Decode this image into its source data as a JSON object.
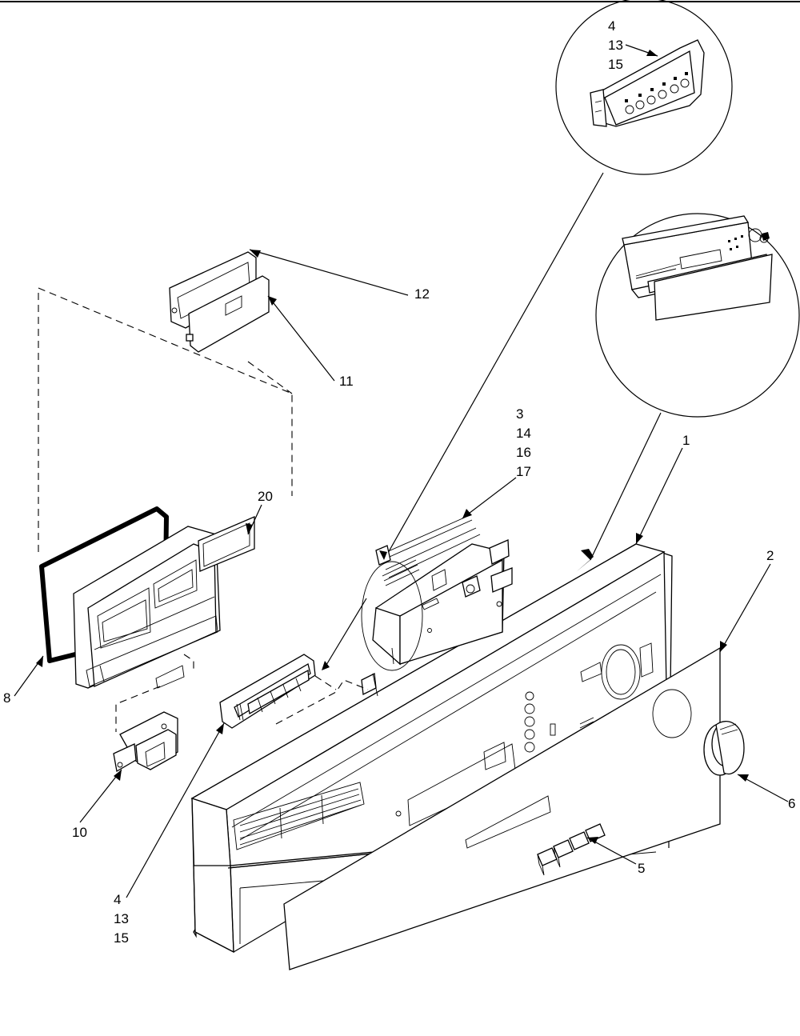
{
  "callouts": {
    "c1": "1",
    "c2": "2",
    "c3": [
      "3",
      "14",
      "16",
      "17"
    ],
    "c4_top": [
      "4",
      "13",
      "15"
    ],
    "c4_bottom": [
      "4",
      "13",
      "15"
    ],
    "c5": "5",
    "c6": "6",
    "c8": "8",
    "c10": "10",
    "c11": "11",
    "c12": "12",
    "c20": "20"
  }
}
